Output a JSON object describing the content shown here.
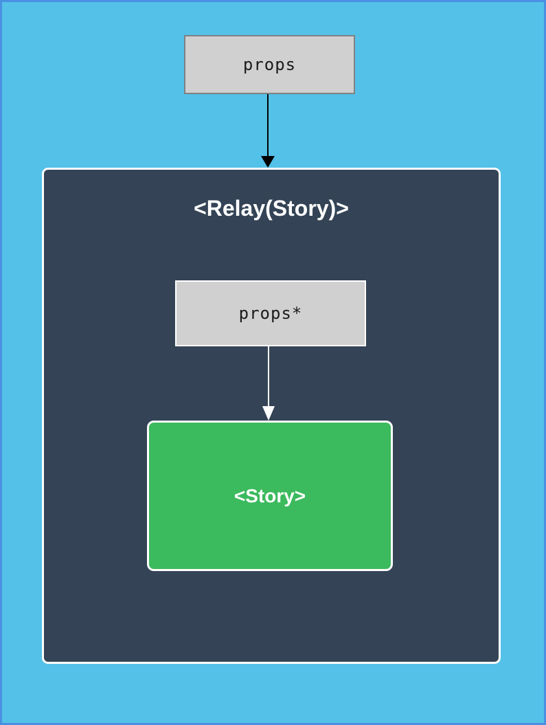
{
  "diagram": {
    "outer_props": {
      "label": "props"
    },
    "relay_container": {
      "title": "<Relay(Story)>"
    },
    "inner_props": {
      "label": "props*"
    },
    "story": {
      "label": "<Story>"
    },
    "colors": {
      "page_background": "#54c1e9",
      "page_border": "#4a90e2",
      "panel_background": "#344456",
      "panel_border": "#ffffff",
      "props_box_fill": "#d0d0d0",
      "props_box_border": "#7f8183",
      "inner_props_border": "#ffffff",
      "story_fill": "#3cba5e",
      "story_border": "#ffffff",
      "arrow_black": "#000000",
      "arrow_white": "#ffffff",
      "text_dark": "#1a1a1a",
      "text_light": "#ffffff"
    }
  }
}
